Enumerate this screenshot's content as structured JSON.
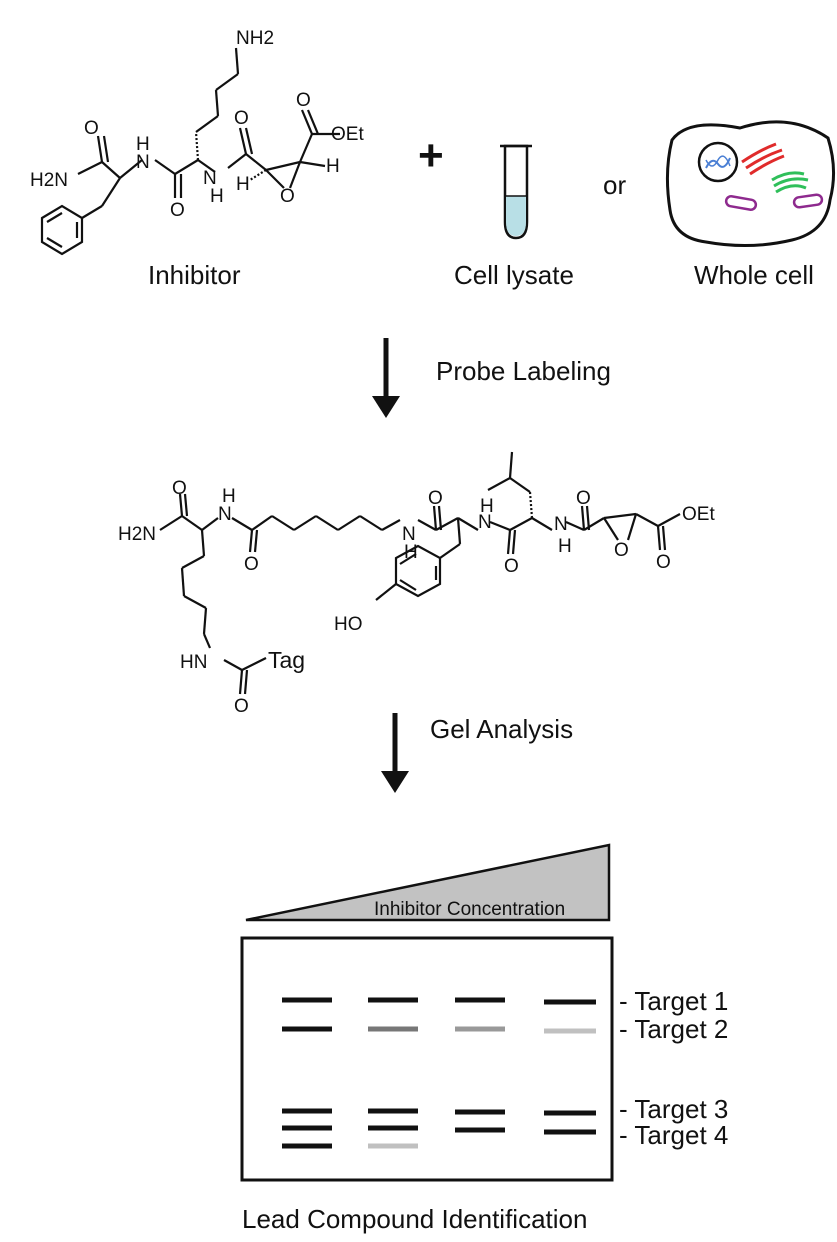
{
  "step1": {
    "inhibitor_label": "Inhibitor",
    "plus": "+",
    "lysate_label": "Cell lysate",
    "or": "or",
    "whole_cell_label": "Whole cell",
    "inhibitor_atoms": {
      "nh2_top": "NH2",
      "h2n": "H2N",
      "nh_a": "H",
      "nh_a2": "N",
      "hn_b": "H",
      "hn_b2": "N",
      "oet": "OEt",
      "h1": "H",
      "h2": "H",
      "o_epox": "O",
      "o1": "O",
      "o2": "O",
      "o3": "O",
      "o4": "O"
    }
  },
  "arrow1_label": "Probe Labeling",
  "probe": {
    "h2n": "H2N",
    "nh1": "H",
    "nh1b": "N",
    "nh2": "N",
    "nh2b": "H",
    "nh3": "H",
    "nh3b": "N",
    "nh4": "N",
    "nh4b": "H",
    "ho": "HO",
    "hn": "HN",
    "tag": "Tag",
    "oet": "OEt",
    "o_epox": "O",
    "o1": "O",
    "o2": "O",
    "o3": "O",
    "o4": "O",
    "o5": "O",
    "o6": "O",
    "o7": "O"
  },
  "arrow2_label": "Gel Analysis",
  "gel": {
    "gradient_label": "Inhibitor Concentration",
    "targets": [
      "- Target 1",
      "- Target 2",
      "- Target 3",
      "- Target 4"
    ],
    "band_colors": {
      "dark": "#111111",
      "medium": "#777777",
      "light": "#999999",
      "faint": "#c0c0c0"
    }
  },
  "result_label": "Lead Compound Identification"
}
